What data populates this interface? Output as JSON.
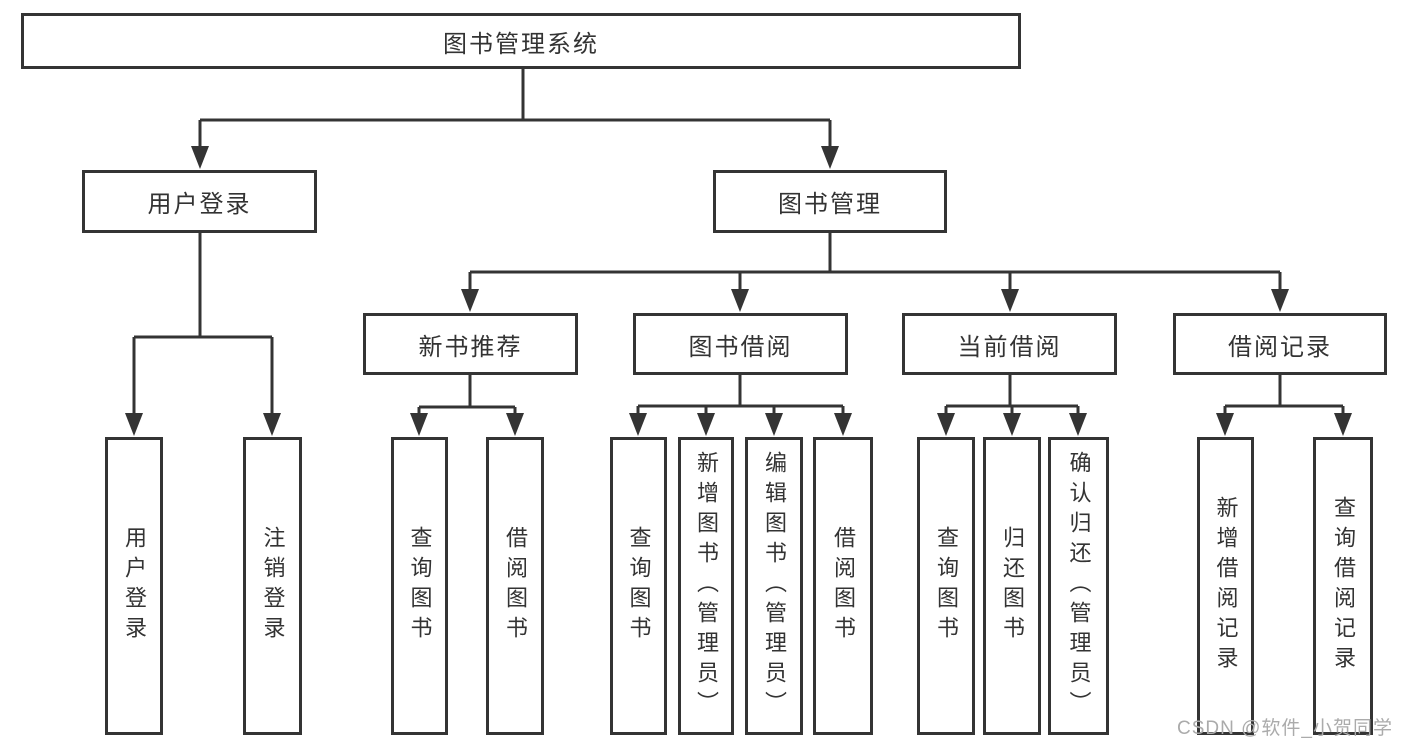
{
  "root": {
    "label": "图书管理系统"
  },
  "branches": [
    {
      "label": "用户登录",
      "leaves": [
        {
          "label": "用户登录"
        },
        {
          "label": "注销登录"
        }
      ]
    },
    {
      "label": "图书管理",
      "sections": [
        {
          "label": "新书推荐",
          "leaves": [
            {
              "label": "查询图书"
            },
            {
              "label": "借阅图书"
            }
          ]
        },
        {
          "label": "图书借阅",
          "leaves": [
            {
              "label": "查询图书"
            },
            {
              "label": "新增图书（管理员）"
            },
            {
              "label": "编辑图书（管理员）"
            },
            {
              "label": "借阅图书"
            }
          ]
        },
        {
          "label": "当前借阅",
          "leaves": [
            {
              "label": "查询图书"
            },
            {
              "label": "归还图书"
            },
            {
              "label": "确认归还（管理员）"
            }
          ]
        },
        {
          "label": "借阅记录",
          "leaves": [
            {
              "label": "新增借阅记录"
            },
            {
              "label": "查询借阅记录"
            }
          ]
        }
      ]
    }
  ],
  "watermark": {
    "text": "CSDN @软件_小贺同学"
  },
  "colors": {
    "line": "#343434",
    "box_border": "#343434",
    "box_background": "#ffffff",
    "text": "#333333",
    "watermark_text": "#ababab",
    "page_background": "#ffffff"
  }
}
